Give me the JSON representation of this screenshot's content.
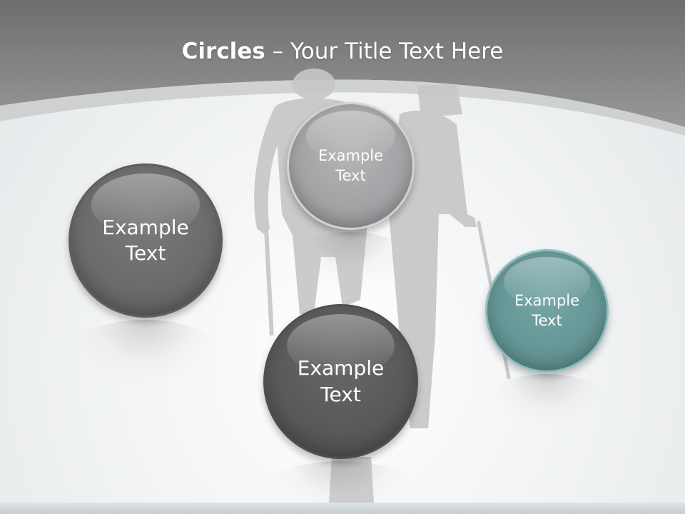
{
  "slide": {
    "title_bold": "Circles",
    "title_rest": " – Your Title Text Here"
  },
  "circles": [
    {
      "line1": "Example",
      "line2": "Text",
      "color": "#6b6b6b"
    },
    {
      "line1": "Example",
      "line2": "Text",
      "color": "#a3a3a6"
    },
    {
      "line1": "Example",
      "line2": "Text",
      "color": "#595959"
    },
    {
      "line1": "Example",
      "line2": "Text",
      "color": "#659595"
    }
  ],
  "theme": {
    "header_gray": "#7d7d7f",
    "accent_teal": "#659595",
    "silhouette": "#c8c8c8"
  }
}
